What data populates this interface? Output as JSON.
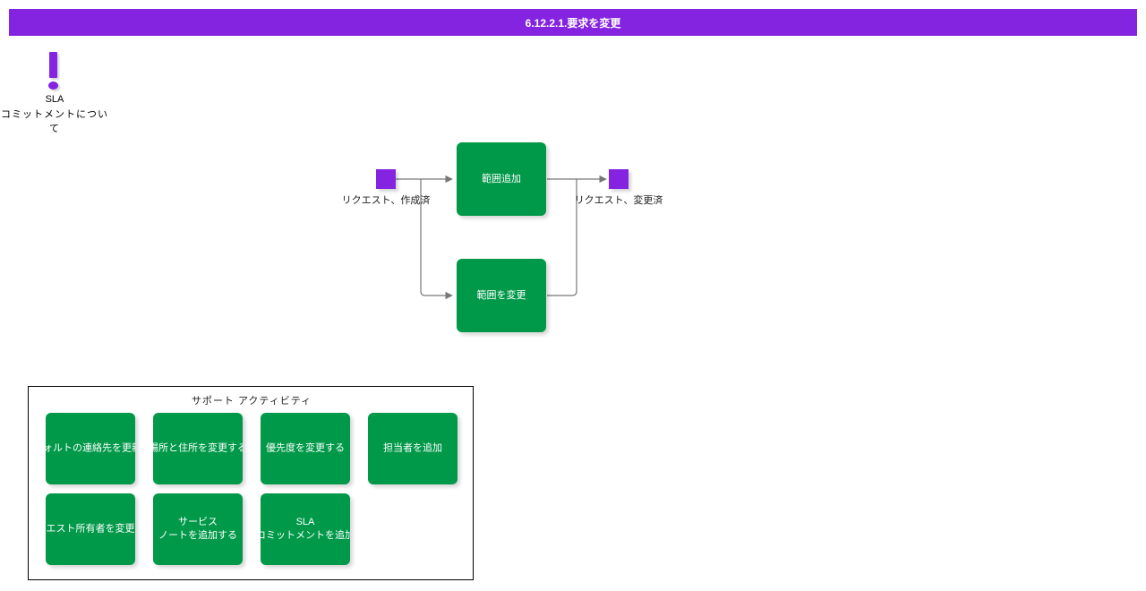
{
  "header": {
    "title": "6.12.2.1.要求を変更",
    "bar_color": "#8423e0",
    "text_color": "#ffffff"
  },
  "annotation": {
    "icon": "exclamation-icon",
    "icon_color": "#8423e0",
    "line1": "SLA",
    "line2": "コミットメントについて"
  },
  "colors": {
    "activity_green": "#009949",
    "terminator_purple": "#8423e0",
    "connector_gray": "#777777",
    "panel_border": "#000000"
  },
  "flow": {
    "start": {
      "name": "start-terminator",
      "label": "リクエスト、作成済"
    },
    "end": {
      "name": "end-terminator",
      "label": "リクエスト、変更済"
    },
    "activities": [
      {
        "id": "add-scope",
        "label": "範囲追加"
      },
      {
        "id": "change-scope",
        "label": "範囲を変更"
      }
    ]
  },
  "support": {
    "title": "サポート アクティビティ",
    "items": [
      {
        "id": "update-default-contact",
        "label": "デフォルトの連絡先を更新する"
      },
      {
        "id": "change-place-address",
        "label": "場所と住所を変更する"
      },
      {
        "id": "change-priority",
        "label": "優先度を変更する"
      },
      {
        "id": "add-assignee",
        "label": "担当者を追加"
      },
      {
        "id": "change-request-owner",
        "label": "リクエスト所有者を変更する"
      },
      {
        "id": "add-service-note",
        "label": "サービス\nノートを追加する"
      },
      {
        "id": "add-sla-commitment",
        "label": "SLA\nコミットメントを追加"
      }
    ]
  }
}
